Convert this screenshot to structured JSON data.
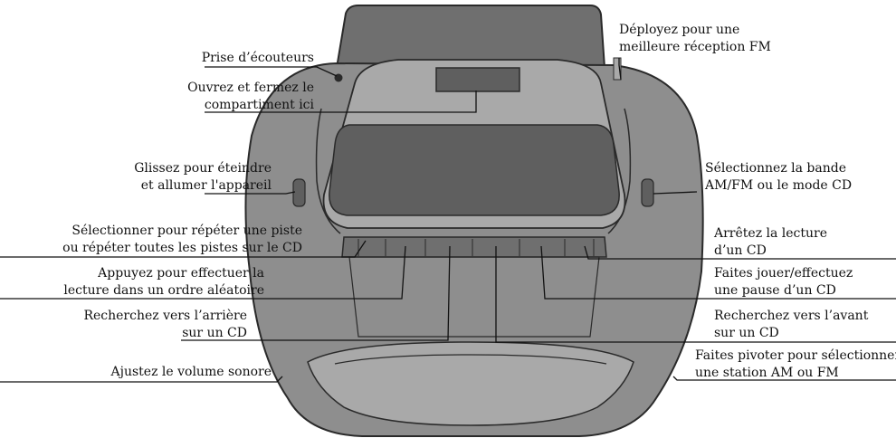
{
  "colors": {
    "body": "#8e8e8e",
    "body_dark": "#6f6f6f",
    "lid": "#a9a9a9",
    "window": "#5f5f5f",
    "outline": "#2a2a2a",
    "leader": "#111111",
    "text": "#111111"
  },
  "labels": {
    "headphone": {
      "line1": "Prise d’écouteurs"
    },
    "compartment": {
      "line1": "Ouvrez et fermez le",
      "line2": "compartiment ici"
    },
    "power": {
      "line1": "Glissez pour éteindre",
      "line2": "et allumer l'appareil"
    },
    "repeat": {
      "line1": "Sélectionner pour répéter une piste",
      "line2": "ou répéter toutes les pistes sur le CD"
    },
    "random": {
      "line1": "Appuyez pour effectuer la",
      "line2": "lecture dans un ordre aléatoire"
    },
    "search_back": {
      "line1": "Recherchez vers l’arrière",
      "line2": "sur un CD"
    },
    "volume": {
      "line1": "Ajustez le volume sonore"
    },
    "antenna": {
      "line1": "Déployez pour une",
      "line2": "meilleure réception FM"
    },
    "band": {
      "line1": "Sélectionnez la bande",
      "line2": "AM/FM ou le mode CD"
    },
    "stop": {
      "line1": "Arrêtez la lecture",
      "line2": "d’un CD"
    },
    "play": {
      "line1": "Faites jouer/effectuez",
      "line2": "une pause d’un CD"
    },
    "search_fwd": {
      "line1": "Recherchez vers l’avant",
      "line2": "sur un CD"
    },
    "tuning": {
      "line1": "Faites pivoter pour sélectionner",
      "line2": "une station AM ou FM"
    }
  }
}
